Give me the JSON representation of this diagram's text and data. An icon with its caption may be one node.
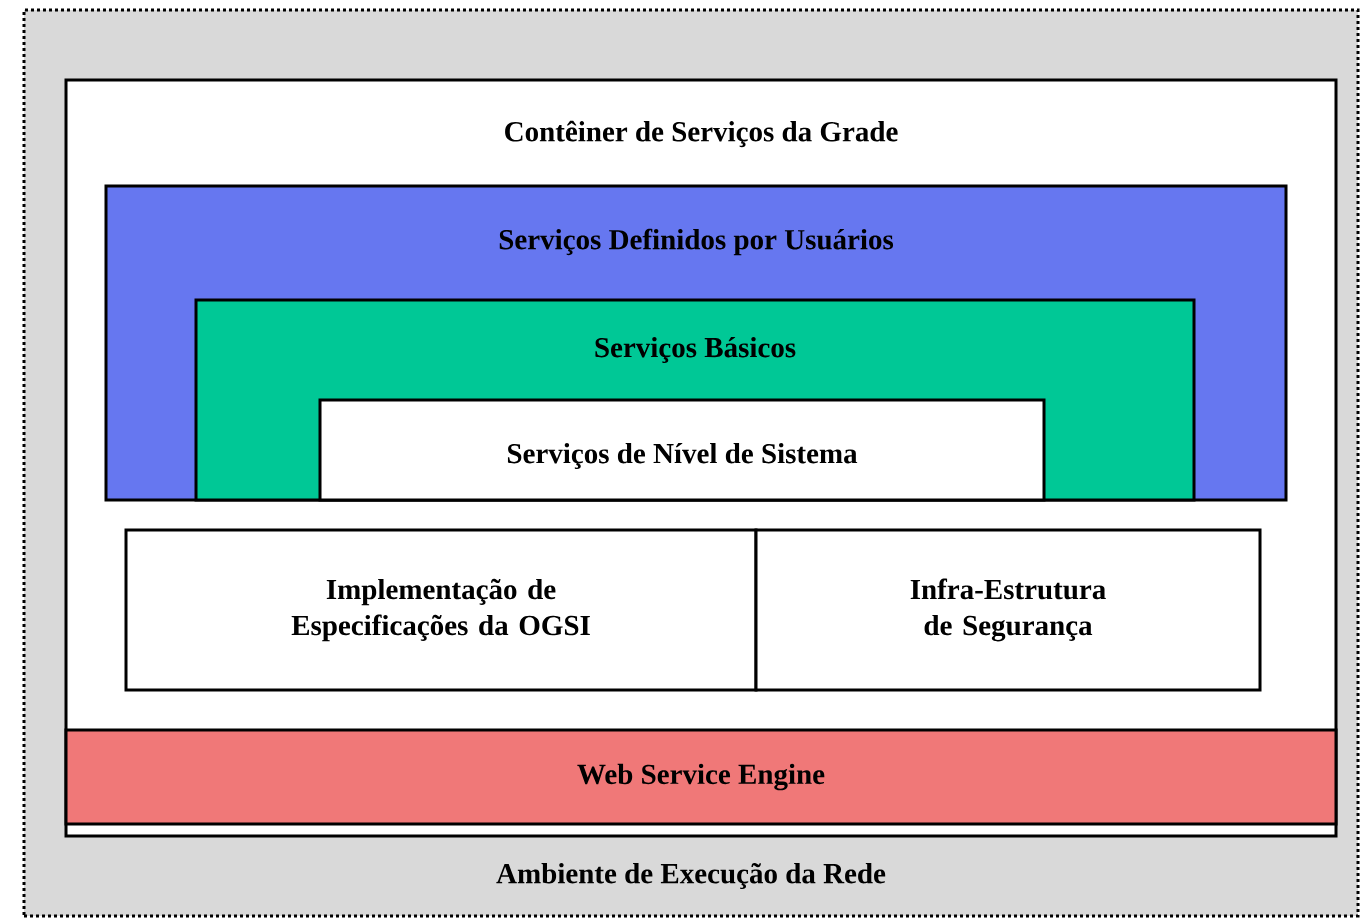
{
  "diagram": {
    "nodes": [
      {
        "text": [
          "Ambiente de Execução da Rede"
        ]
      },
      {
        "text": [
          "Contêiner de Serviços da Grade"
        ],
        "in": 0
      },
      {
        "text": [
          "Serviços Definidos por Usuários"
        ],
        "in": 1
      },
      {
        "text": [
          "Serviços Básicos"
        ],
        "in": 2
      },
      {
        "text": [
          "Serviços de Nível de Sistema"
        ],
        "in": 3
      },
      {
        "text": [
          "Implementação de Especificações da OGSI"
        ],
        "in": 1
      },
      {
        "text": [
          "Infra-Estrutura de Segurança"
        ],
        "in": 1
      },
      {
        "text": [
          "Web Service Engine"
        ],
        "in": 1
      }
    ]
  }
}
